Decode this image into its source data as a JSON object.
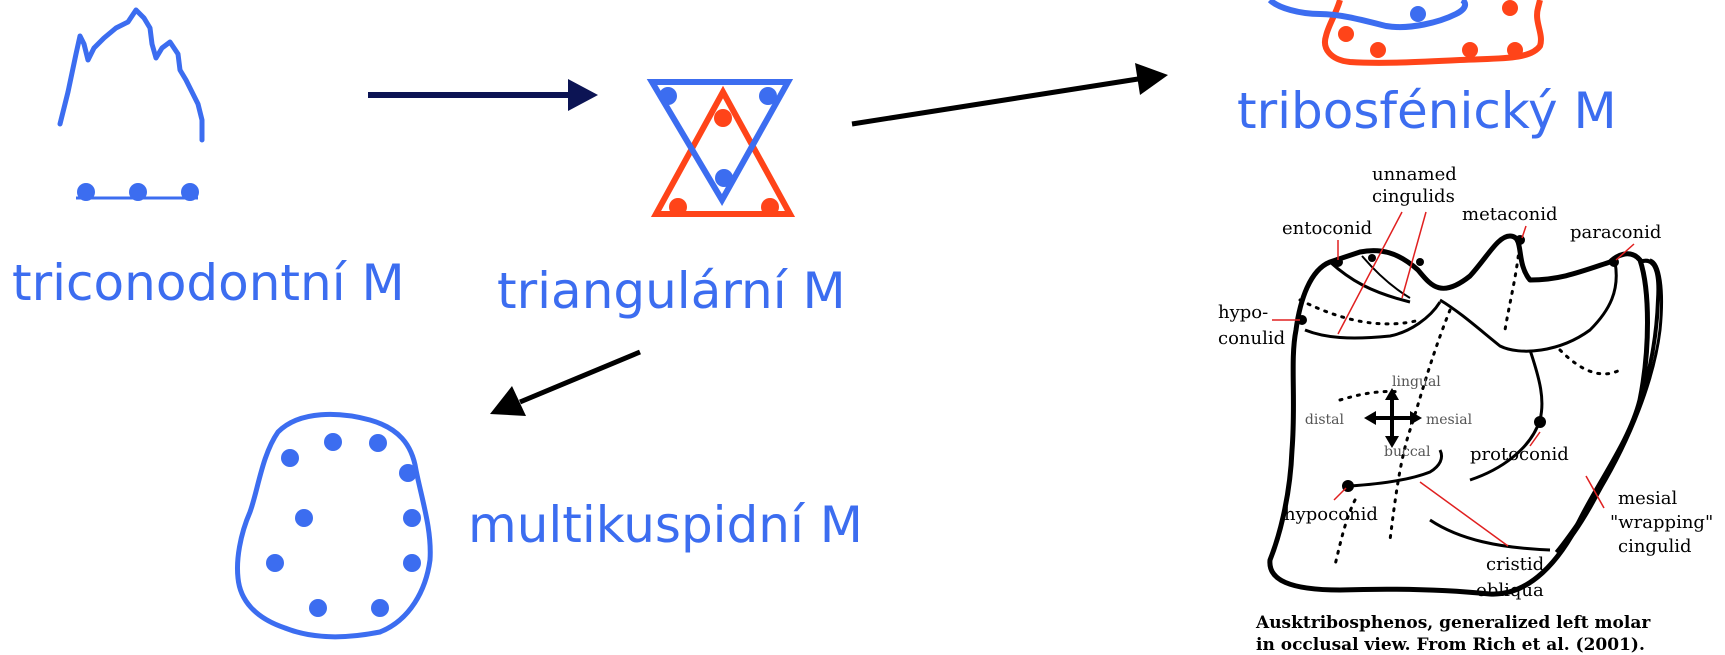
{
  "labels": {
    "triconodont": "triconodontní M",
    "triangular": "triangulární M",
    "tribosphenic": "tribosfénický M",
    "multicuspid": "multikuspidní M"
  },
  "molar_annotations": {
    "unnamed_cingulids": [
      "unnamed",
      "cingulids"
    ],
    "entoconid": "entoconid",
    "metaconid": "metaconid",
    "paraconid": "paraconid",
    "hypoconulid": [
      "hypo-",
      "conulid"
    ],
    "lingual": "lingual",
    "distal": "distal",
    "mesial": "mesial",
    "buccal": "buccal",
    "protoconid": "protoconid",
    "hypoconid": "hypoconid",
    "mesial_wrapping_cingulid": [
      "mesial",
      "\"wrapping\"",
      "cingulid"
    ],
    "cristid_obliqua": [
      "cristid",
      "obliqua"
    ]
  },
  "caption": [
    "Ausktribosphenos, generalized left molar",
    "in occlusal view. From Rich et al.  (2001)."
  ],
  "colors": {
    "blue": "#3c6df0",
    "red": "#ff4419",
    "arrow_navy": "#0c1454",
    "black": "#000000",
    "annotation_red": "#e02020"
  }
}
